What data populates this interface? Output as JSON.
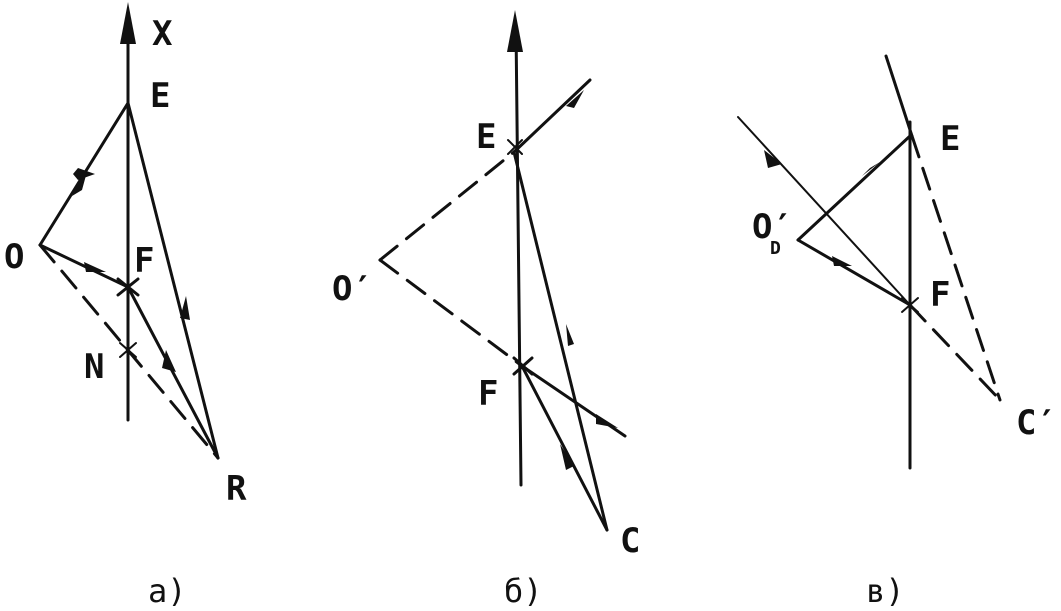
{
  "panels": {
    "a": {
      "caption": "a)",
      "labels": {
        "x": "X",
        "e": "E",
        "o": "O",
        "f": "F",
        "n": "N",
        "r": "R"
      }
    },
    "b": {
      "caption": "б)",
      "labels": {
        "e": "E",
        "o": "O′",
        "f": "F",
        "c": "C"
      }
    },
    "c": {
      "caption": "в)",
      "labels": {
        "e": "E",
        "o": "O′",
        "o_sub": "D",
        "f": "F",
        "c": "C′"
      }
    }
  },
  "colors": {
    "ink": "#111111",
    "paper": "#ffffff"
  }
}
